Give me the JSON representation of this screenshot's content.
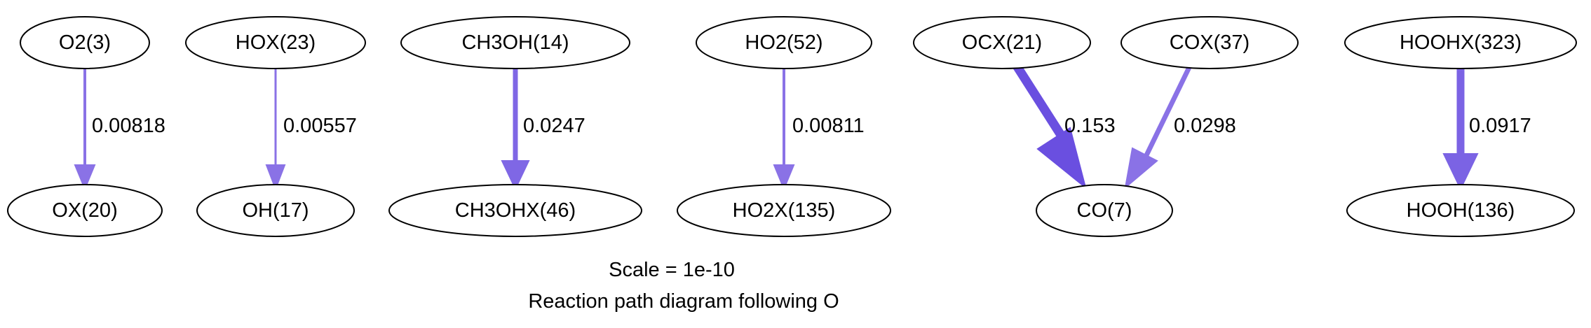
{
  "colors": {
    "edge_light": "#8a72e6",
    "edge_mid": "#7b63e4",
    "edge_dark": "#6a4fe0"
  },
  "nodes": {
    "o2": "O2(3)",
    "hox": "HOX(23)",
    "ch3oh": "CH3OH(14)",
    "ho2": "HO2(52)",
    "ocx": "OCX(21)",
    "cox": "COX(37)",
    "hoohx": "HOOHX(323)",
    "ox": "OX(20)",
    "oh": "OH(17)",
    "ch3ohx": "CH3OHX(46)",
    "ho2x": "HO2X(135)",
    "co": "CO(7)",
    "hooh": "HOOH(136)"
  },
  "edges": {
    "o2_ox": "0.00818",
    "hox_oh": "0.00557",
    "ch3oh_ch3ohx": "0.0247",
    "ho2_ho2x": "0.00811",
    "ocx_co": "0.153",
    "cox_co": "0.0298",
    "hoohx_hooh": "0.0917"
  },
  "caption": {
    "scale": "Scale = 1e-10",
    "title": "Reaction path diagram following O"
  }
}
